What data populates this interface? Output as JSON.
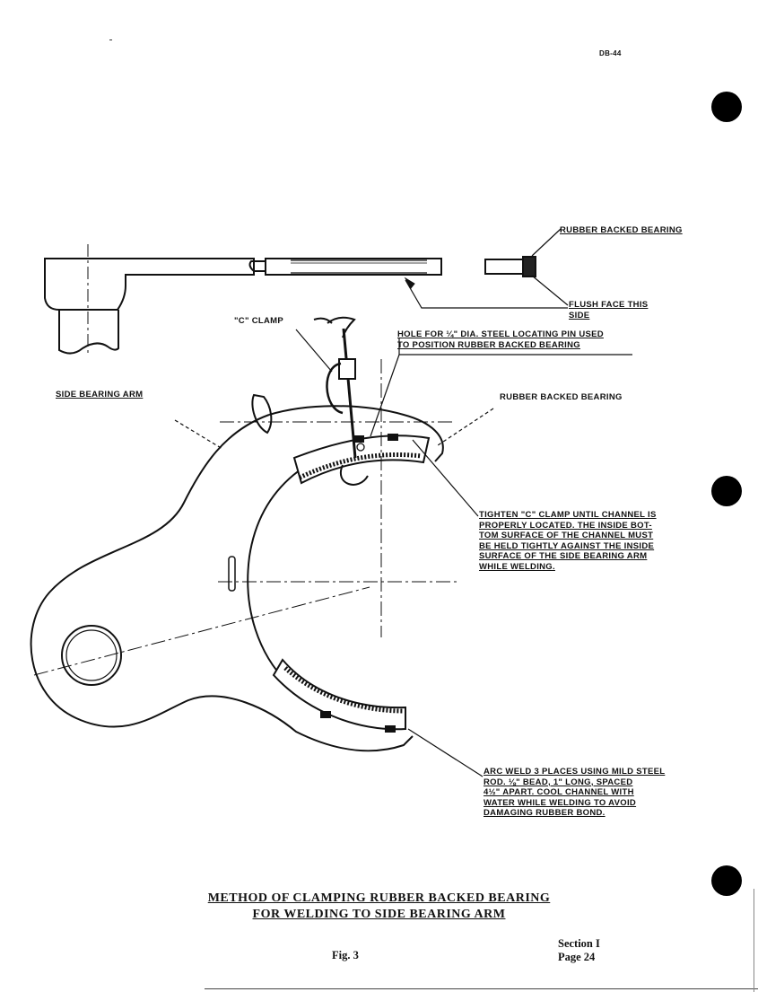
{
  "header": {
    "doc_code": "DB-44"
  },
  "labels": {
    "rubber_backed_bearing_top": "RUBBER BACKED BEARING",
    "flush_face": "FLUSH FACE THIS SIDE",
    "c_clamp": "\"C\" CLAMP",
    "hole_line1": "HOLE FOR ¼\" DIA. STEEL LOCATING PIN USED",
    "hole_line2": "TO POSITION RUBBER BACKED BEARING",
    "side_bearing_arm": "SIDE BEARING ARM",
    "rubber_backed_bearing": "RUBBER BACKED BEARING",
    "tighten_lines": [
      "TIGHTEN \"C\" CLAMP UNTIL CHANNEL IS",
      "PROPERLY LOCATED. THE INSIDE BOT-",
      "TOM SURFACE OF THE CHANNEL MUST",
      "BE HELD TIGHTLY AGAINST THE INSIDE",
      "SURFACE OF THE SIDE BEARING ARM",
      "WHILE WELDING."
    ],
    "arc_weld_lines": [
      "ARC WELD 3 PLACES USING MILD STEEL",
      "ROD. ⅛\" BEAD, 1\" LONG, SPACED",
      "4½\" APART. COOL CHANNEL WITH",
      "WATER WHILE WELDING TO AVOID",
      "DAMAGING RUBBER BOND."
    ]
  },
  "caption": {
    "line1": "METHOD OF CLAMPING RUBBER BACKED BEARING",
    "line2": "FOR WELDING TO SIDE BEARING ARM"
  },
  "footer": {
    "fig": "Fig. 3",
    "section": "Section I",
    "page": "Page 24"
  }
}
